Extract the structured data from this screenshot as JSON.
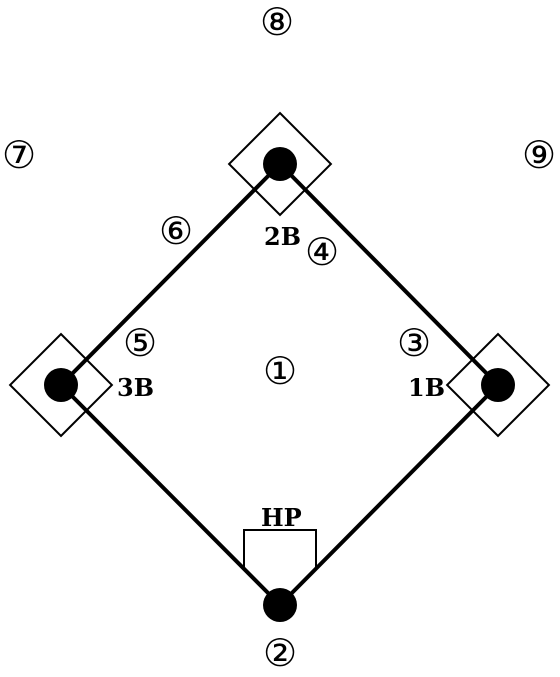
{
  "diagram": {
    "colors": {
      "line": "#000000",
      "background": "#ffffff"
    },
    "bases": {
      "second": "2B",
      "third": "3B",
      "first": "1B",
      "home": "HP"
    },
    "positions": {
      "pitcher": "①",
      "catcher": "②",
      "first_base": "③",
      "second_base": "④",
      "third_base": "⑤",
      "shortstop": "⑥",
      "left_field": "⑦",
      "center_field": "⑧",
      "right_field": "⑨"
    }
  }
}
